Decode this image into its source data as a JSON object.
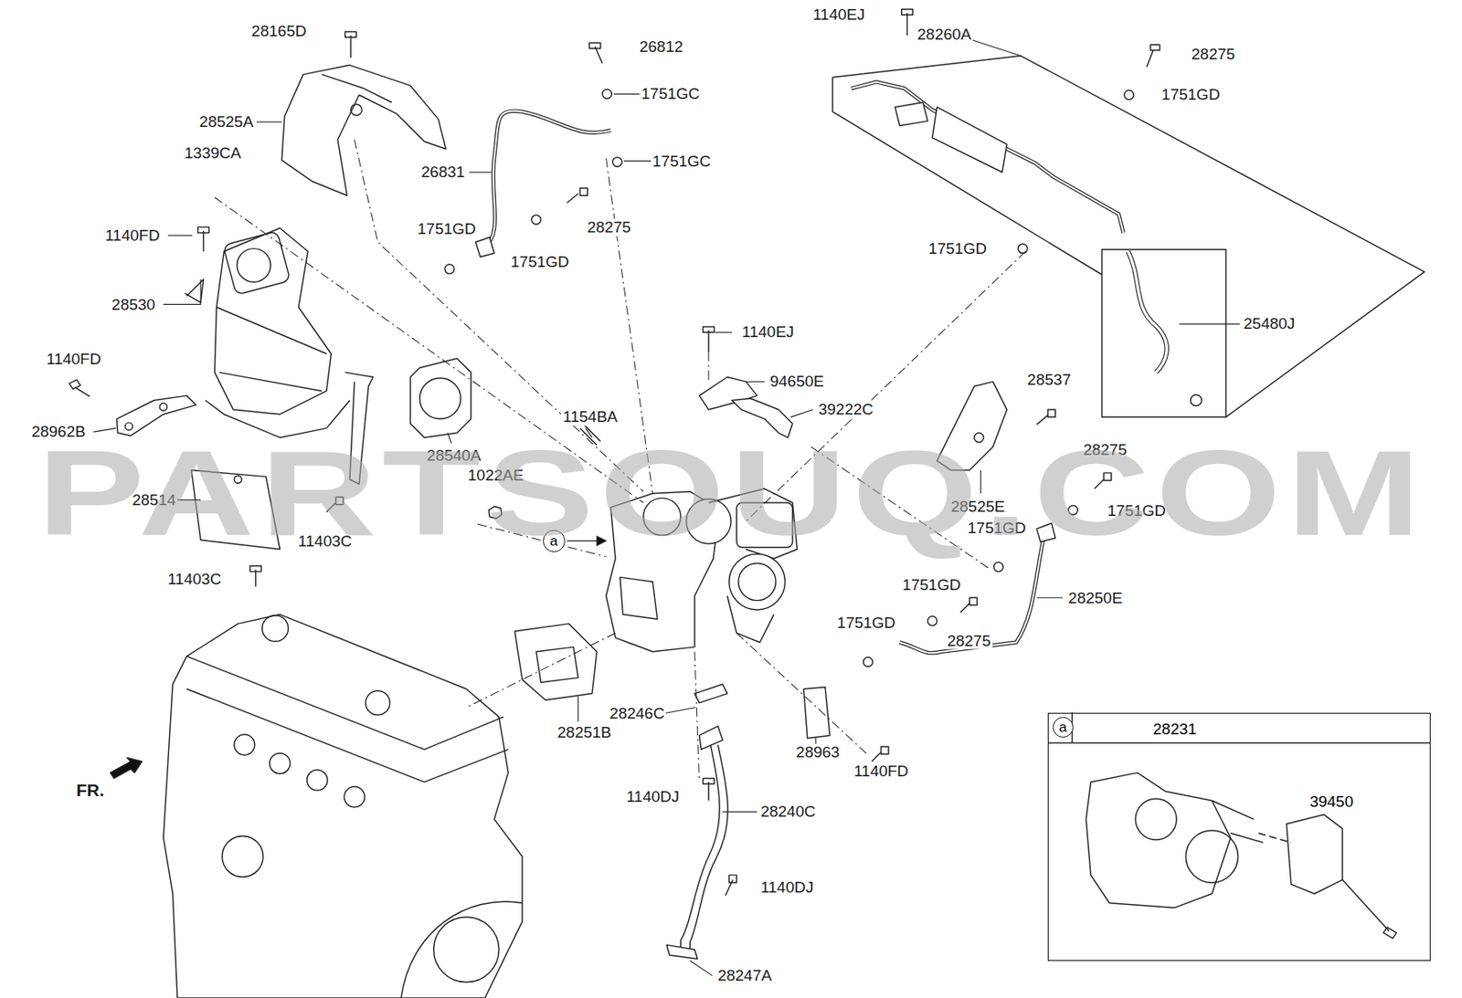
{
  "diagram": {
    "nodes": [
      {
        "text": [
          "a"
        ]
      },
      {
        "text": [
          "28231",
          "39450"
        ]
      },
      {
        "text": [
          "a"
        ],
        "in": 1
      }
    ],
    "labels": [
      "28165D",
      "28525A",
      "1339CA",
      "1140FD",
      "28530",
      "1140FD",
      "28962B",
      "28514",
      "11403C",
      "11403C",
      "26812",
      "1751GC",
      "26831",
      "1751GC",
      "28275",
      "1751GD",
      "1751GD",
      "1140EJ",
      "28260A",
      "28275",
      "1751GD",
      "1751GD",
      "25480J",
      "1140EJ",
      "94650E",
      "39222C",
      "28540A",
      "1154BA",
      "1022AE",
      "28537",
      "28275",
      "28525E",
      "1751GD",
      "1751GD",
      "28250E",
      "1751GD",
      "28275",
      "1751GD",
      "28251B",
      "28246C",
      "28963",
      "1140FD",
      "1140DJ",
      "28240C",
      "1140DJ",
      "28247A",
      "FR.",
      "PARTSOUQ.COM"
    ]
  }
}
